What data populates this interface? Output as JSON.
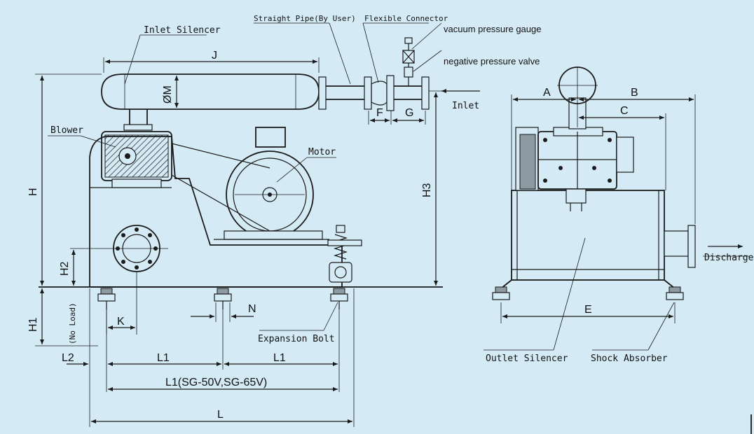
{
  "labels": {
    "inlet_silencer": "Inlet Silencer",
    "straight_pipe": "Straight Pipe(By User)",
    "flexible_connector": "Flexible Connector",
    "vacuum_gauge": "vacuum pressure gauge",
    "negative_valve": "negative pressure valve",
    "blower": "Blower",
    "motor": "Motor",
    "inlet": "Inlet",
    "discharge": "Discharge",
    "expansion_bolt": "Expansion Bolt",
    "outlet_silencer": "Outlet Silencer",
    "shock_absorber": "Shock Absorber",
    "no_load": "(No Load)"
  },
  "dims": {
    "J": "J",
    "M": "ØM",
    "F": "F",
    "G": "G",
    "H": "H",
    "H1": "H1",
    "H2": "H2",
    "H3": "H3",
    "K": "K",
    "N": "N",
    "L": "L",
    "L1a": "L1",
    "L1b": "L1",
    "L1_full": "L1(SG-50V,SG-65V)",
    "L2": "L2",
    "A": "A",
    "B": "B",
    "C": "C",
    "E": "E"
  },
  "colors": {
    "background": "#d4eaf5",
    "line": "#1a1a1a"
  }
}
